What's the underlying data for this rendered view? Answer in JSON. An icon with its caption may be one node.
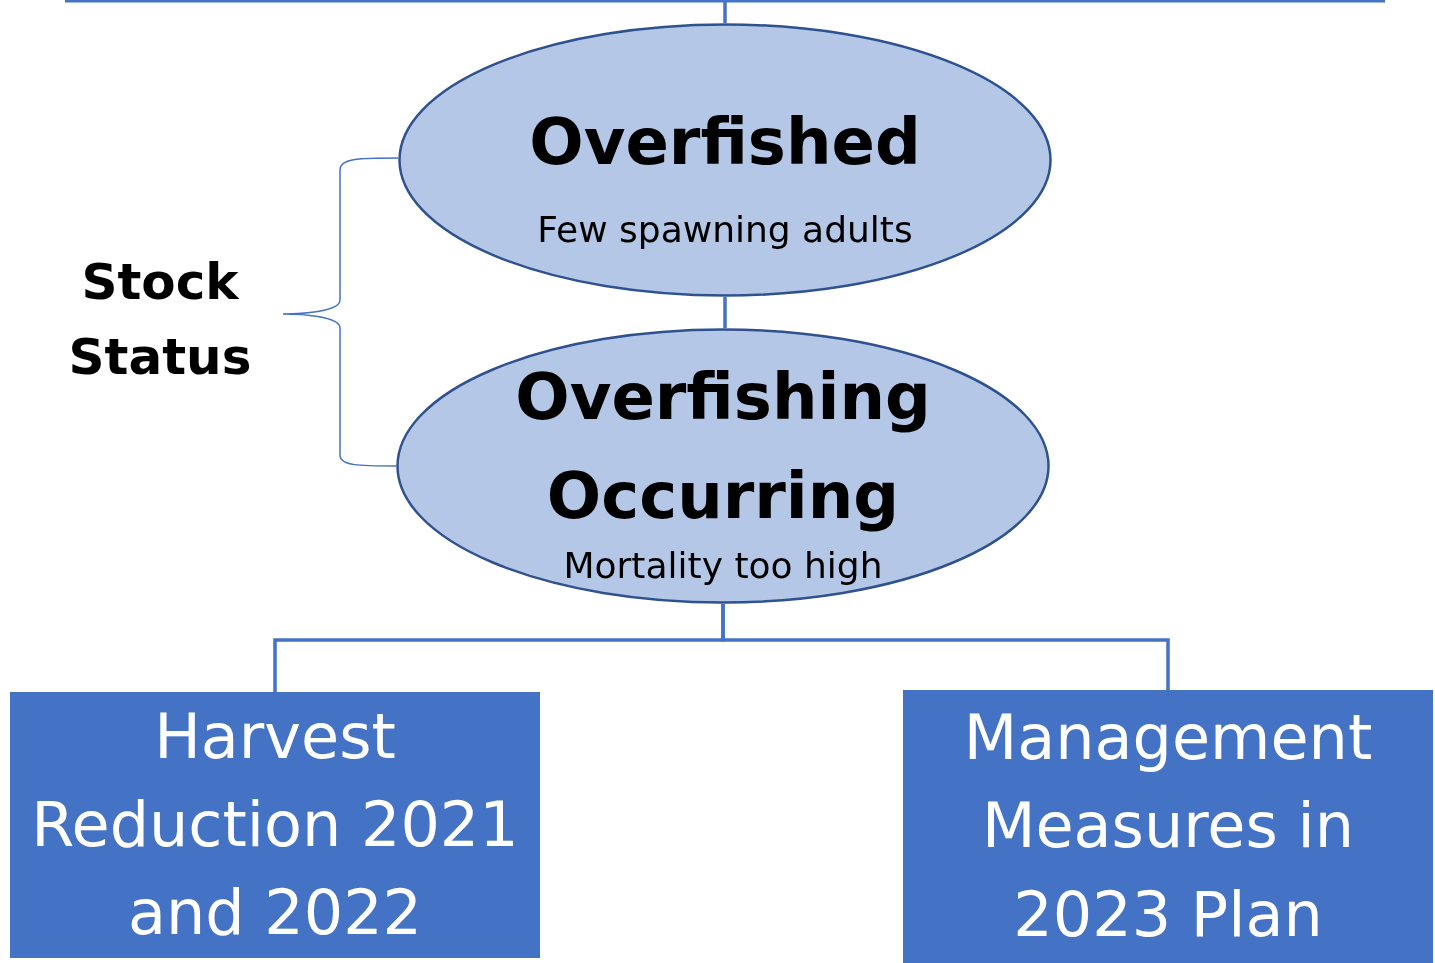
{
  "diagram": {
    "nodes": [
      {
        "text": [
          "Overfished",
          "Few spawning adults"
        ]
      },
      {
        "text": [
          "Overfishing Occurring",
          "Mortality too high"
        ]
      },
      {
        "text": [
          "Harvest Reduction 2021 and 2022"
        ]
      },
      {
        "text": [
          "Management Measures in 2023 Plan"
        ]
      }
    ],
    "edges": [
      {
        "from": null,
        "to": 0,
        "arrow": "none"
      },
      {
        "from": 0,
        "to": 1,
        "arrow": "none"
      },
      {
        "from": 1,
        "to": 2,
        "arrow": "none"
      },
      {
        "from": 1,
        "to": 3,
        "arrow": "none"
      }
    ],
    "labels": [
      "Stock Status"
    ]
  }
}
